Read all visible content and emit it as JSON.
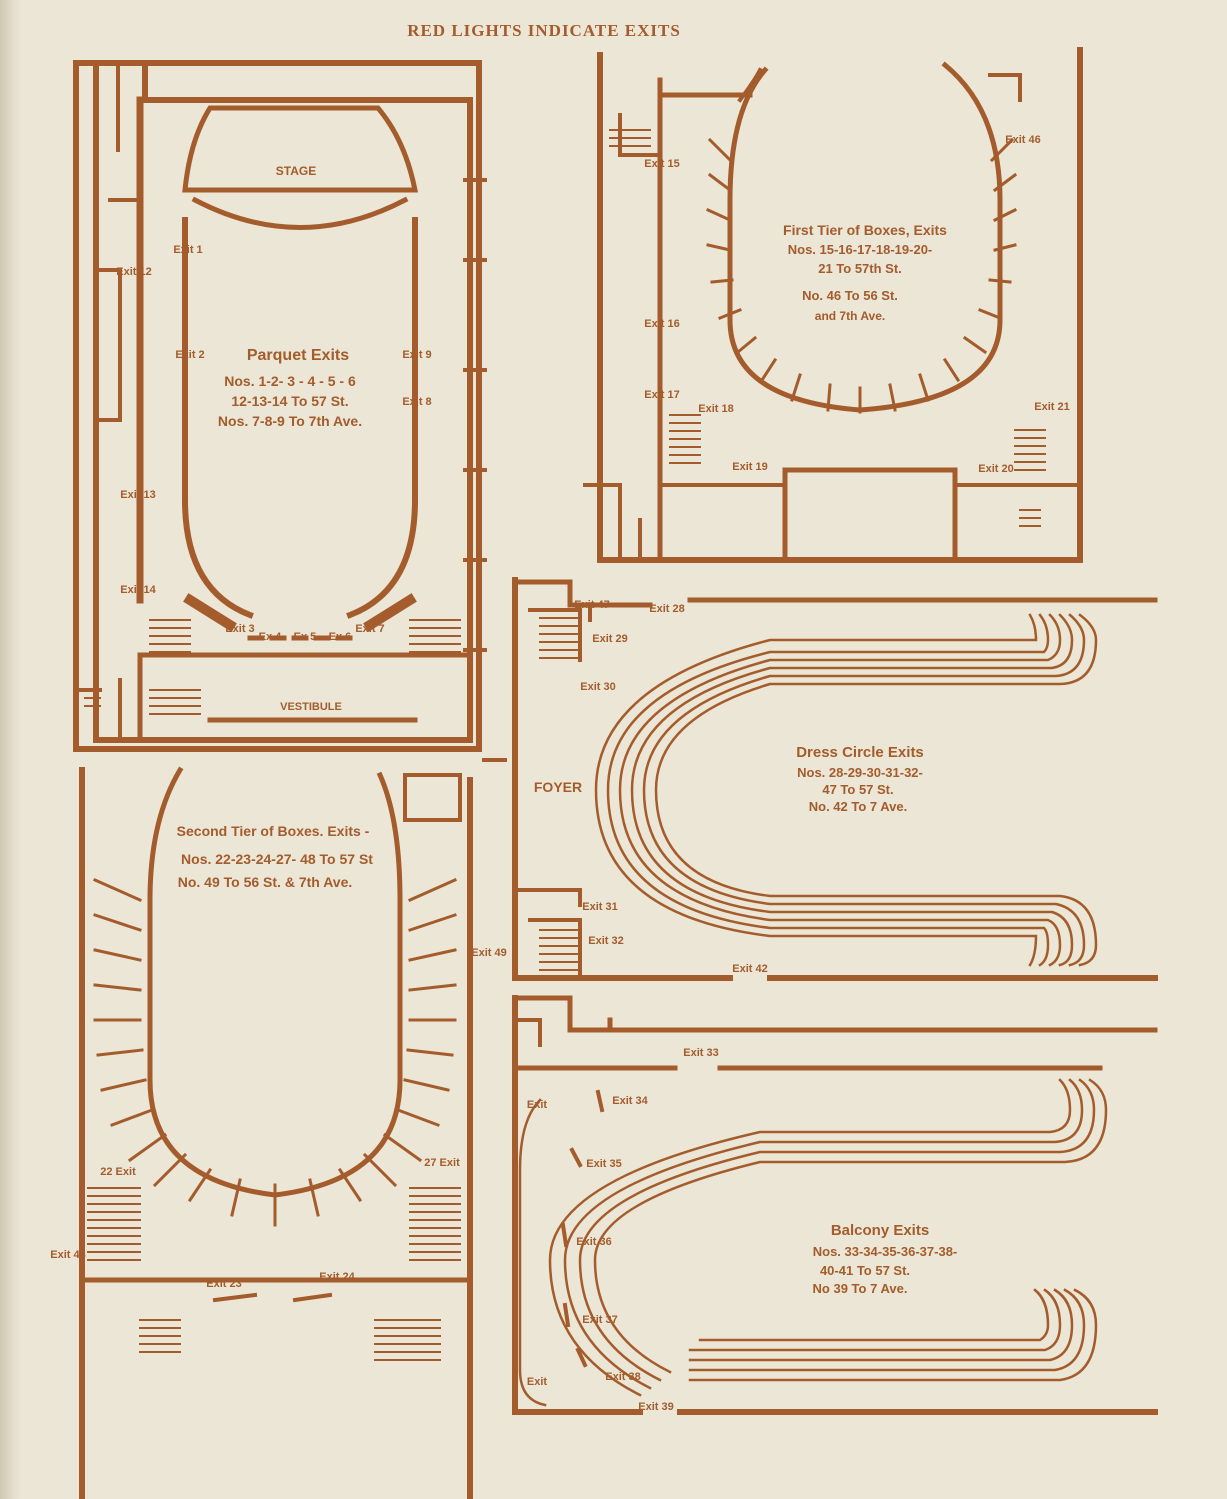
{
  "colors": {
    "ink": "#a45c2c",
    "paper": "#ebe6d6"
  },
  "header": "RED LIGHTS INDICATE EXITS",
  "parquet": {
    "stage": "STAGE",
    "vestibule": "VESTIBULE",
    "legend": [
      "Parquet Exits",
      "Nos. 1-2- 3 - 4 - 5 - 6",
      "12-13-14 To 57 St.",
      "Nos. 7-8-9 To 7th Ave."
    ],
    "exits": [
      "Exit 1",
      "Exit 2",
      "Exit 9",
      "Exit 8",
      "Exit 12",
      "Exit 13",
      "Exit 14",
      "Exit 3",
      "Ex 4",
      "Ex 5",
      "Ex 6",
      "Exit 7"
    ]
  },
  "first_tier": {
    "legend": [
      "First Tier of Boxes, Exits",
      "Nos. 15-16-17-18-19-20-",
      "21 To 57th St.",
      "No. 46 To 56 St.",
      "and 7th Ave."
    ],
    "exits": [
      "Exit 15",
      "Exit 16",
      "Exit 17",
      "Exit 18",
      "Exit 19",
      "Exit 20",
      "Exit 21",
      "Exit 46"
    ]
  },
  "second_tier": {
    "legend": [
      "Second Tier of Boxes. Exits -",
      "Nos. 22-23-24-27- 48 To 57 St",
      "No. 49 To 56 St. & 7th Ave."
    ],
    "exits": [
      "22 Exit",
      "27 Exit",
      "Exit 48",
      "Exit 49",
      "Exit 23",
      "Exit 24"
    ]
  },
  "dress_circle": {
    "foyer": "FOYER",
    "legend": [
      "Dress Circle Exits",
      "Nos. 28-29-30-31-32-",
      "47 To 57 St.",
      "No. 42 To 7 Ave."
    ],
    "exits": [
      "Exit 47",
      "Exit 28",
      "Exit 29",
      "Exit 30",
      "Exit 31",
      "Exit 32",
      "Exit 42"
    ]
  },
  "balcony": {
    "legend": [
      "Balcony Exits",
      "Nos. 33-34-35-36-37-38-",
      "40-41 To 57 St.",
      "No 39 To 7 Ave."
    ],
    "exits": [
      "Exit 33",
      "Exit 34",
      "Exit 35",
      "Exit 36",
      "Exit 37",
      "Exit 38",
      "Exit 39",
      "Exit",
      "Exit"
    ]
  }
}
